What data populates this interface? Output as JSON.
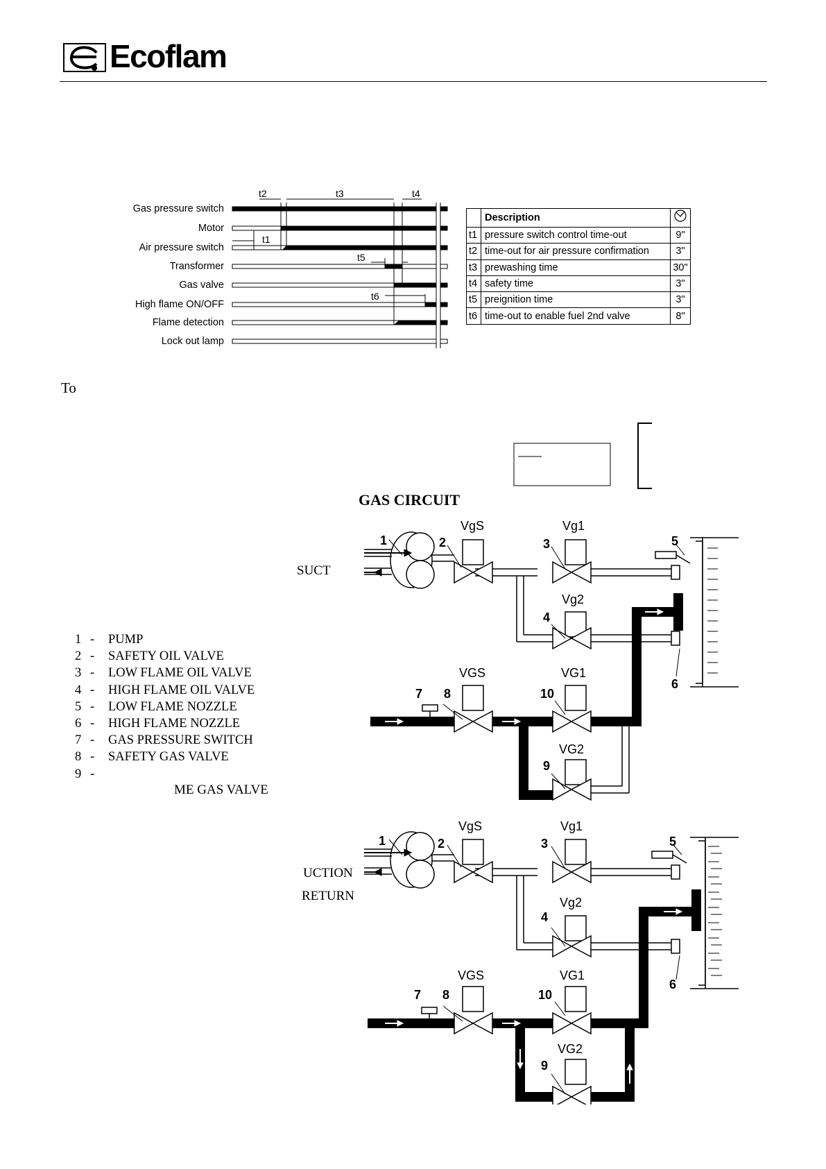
{
  "brand": {
    "name": "Ecoflam"
  },
  "sequence": {
    "signals": [
      "Gas pressure switch",
      "Motor",
      "Air pressure switch",
      "Transformer",
      "Gas valve",
      "High flame ON/OFF",
      "Flame detection",
      "Lock out lamp"
    ],
    "timing_labels": {
      "t1": "t1",
      "t2": "t2",
      "t3": "t3",
      "t4": "t4",
      "t5": "t5",
      "t6": "t6"
    }
  },
  "timing_table": {
    "header": "Description",
    "clock_icon": "clock-icon",
    "rows": [
      {
        "key": "t1",
        "desc": "pressure switch control time-out",
        "value": "9\""
      },
      {
        "key": "t2",
        "desc": "time-out for air pressure confirmation",
        "value": "3\""
      },
      {
        "key": "t3",
        "desc": "prewashing time",
        "value": "30\""
      },
      {
        "key": "t4",
        "desc": "safety time",
        "value": "3\""
      },
      {
        "key": "t5",
        "desc": "preignition time",
        "value": "3\""
      },
      {
        "key": "t6",
        "desc": "time-out to enable fuel 2nd valve",
        "value": "8\""
      }
    ]
  },
  "body": {
    "to": "To"
  },
  "section_title": "GAS CIRCUIT",
  "legend": [
    {
      "n": "1",
      "sep": "-",
      "label": "PUMP"
    },
    {
      "n": "2",
      "sep": "-",
      "label": "SAFETY OIL VALVE"
    },
    {
      "n": "3",
      "sep": "-",
      "label": "LOW FLAME OIL VALVE"
    },
    {
      "n": "4",
      "sep": "-",
      "label": "HIGH FLAME OIL VALVE"
    },
    {
      "n": "5",
      "sep": "-",
      "label": "LOW FLAME NOZZLE"
    },
    {
      "n": "6",
      "sep": "-",
      "label": "HIGH FLAME NOZZLE"
    },
    {
      "n": "7",
      "sep": "-",
      "label": "GAS PRESSURE SWITCH"
    },
    {
      "n": "8",
      "sep": "-",
      "label": "SAFETY GAS VALVE"
    },
    {
      "n": "9",
      "sep": "-",
      "label": ""
    }
  ],
  "legend_fragment": "ME GAS VALVE",
  "diagram_top": {
    "side_label": "SUCT",
    "valves": {
      "VgS": "VgS",
      "Vg1": "Vg1",
      "Vg2": "Vg2",
      "VGS": "VGS",
      "VG1": "VG1",
      "VG2": "VG2"
    },
    "numbers": [
      "1",
      "2",
      "3",
      "4",
      "5",
      "6",
      "7",
      "8",
      "9",
      "10"
    ]
  },
  "diagram_bottom": {
    "side_label_1": "UCTION",
    "side_label_2": "RETURN",
    "valves": {
      "VgS": "VgS",
      "Vg1": "Vg1",
      "Vg2": "Vg2",
      "VGS": "VGS",
      "VG1": "VG1",
      "VG2": "VG2"
    },
    "numbers": [
      "1",
      "2",
      "3",
      "4",
      "5",
      "6",
      "7",
      "8",
      "9",
      "10"
    ]
  }
}
